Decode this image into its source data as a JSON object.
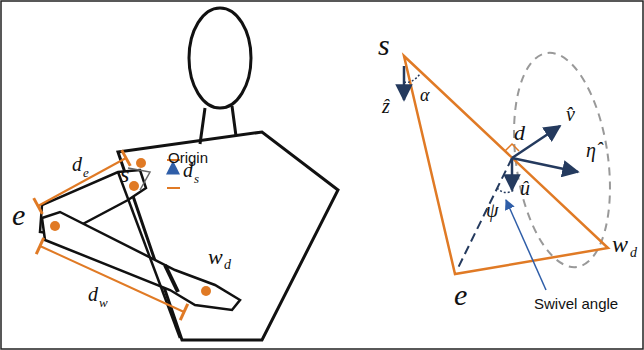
{
  "diagram": {
    "labels": [
      "Origin",
      "d",
      "s",
      "d",
      "e",
      "s",
      "e",
      "d",
      "w",
      "w",
      "d",
      "s",
      "α",
      "ẑ",
      "d",
      "v̂",
      "η̂",
      "û",
      "ψ",
      "w",
      "d",
      "e",
      "Swivel angle"
    ]
  }
}
